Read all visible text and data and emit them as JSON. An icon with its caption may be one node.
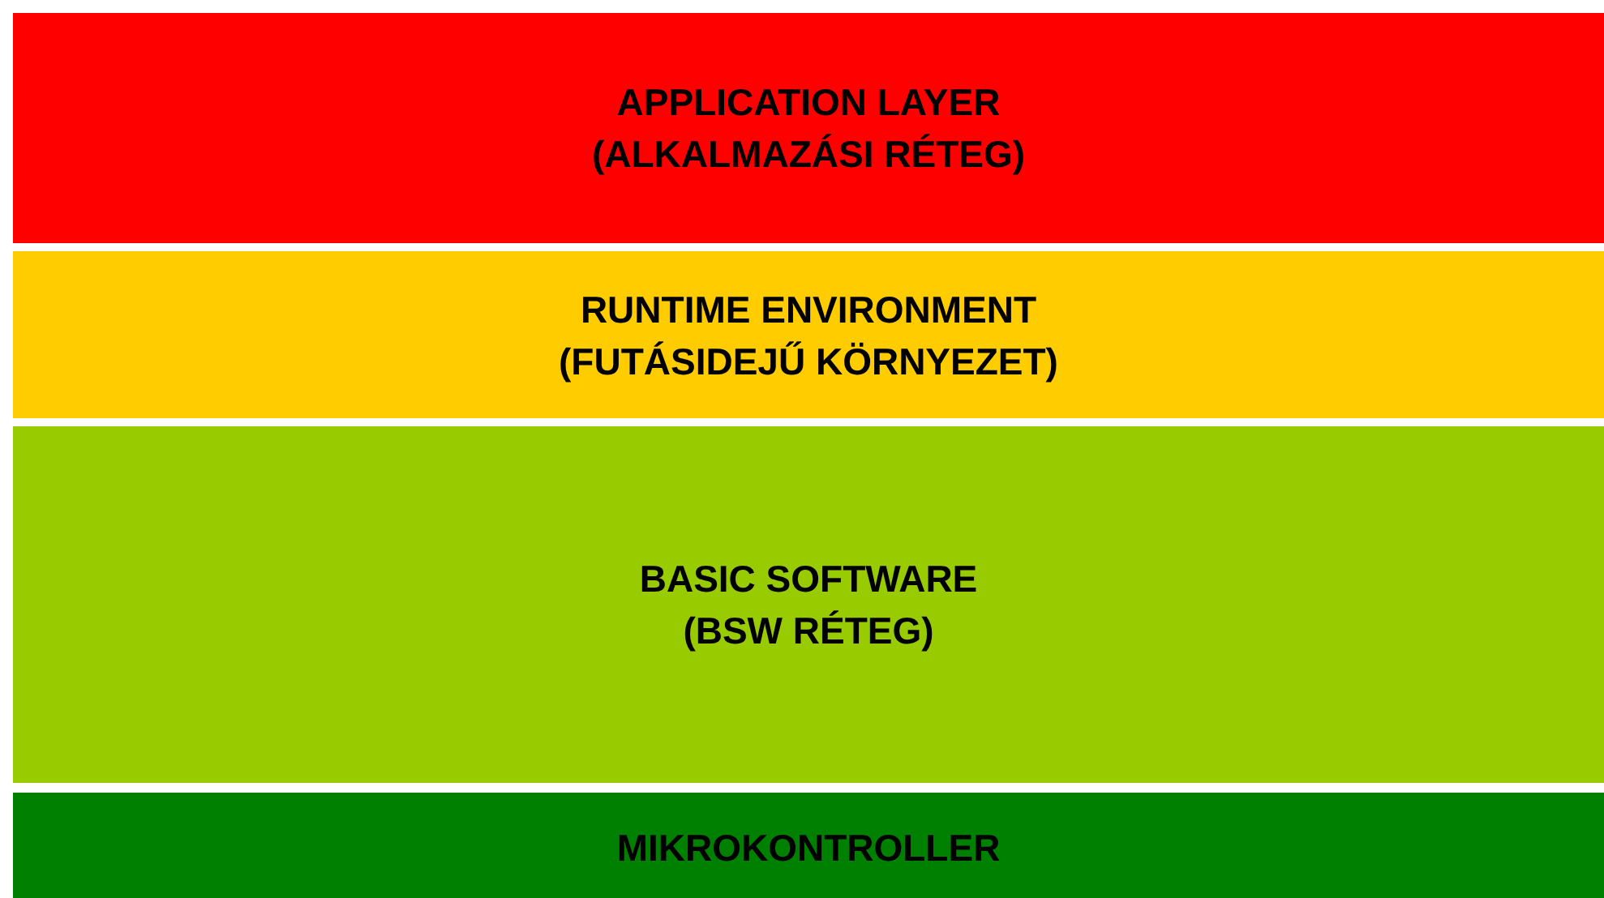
{
  "diagram": {
    "nodes": [
      {
        "text": [
          "APPLICATION LAYER",
          "(ALKALMAZÁSI RÉTEG)"
        ]
      },
      {
        "text": [
          "RUNTIME ENVIRONMENT",
          "(FUTÁSIDEJŰ KÖRNYEZET)"
        ]
      },
      {
        "text": [
          "BASIC SOFTWARE",
          "(BSW RÉTEG)"
        ]
      },
      {
        "text": [
          "MIKROKONTROLLER"
        ]
      }
    ]
  }
}
